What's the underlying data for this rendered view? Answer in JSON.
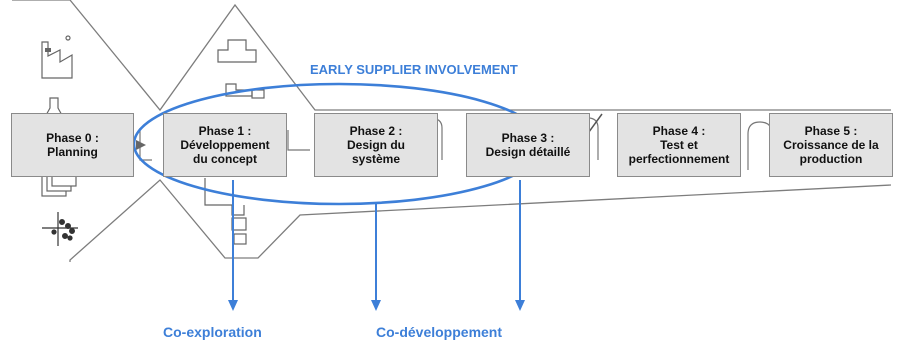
{
  "diagram": {
    "header_label": "EARLY SUPPLIER INVOLVEMENT",
    "phases": [
      {
        "label": "Phase 0 :\nPlanning"
      },
      {
        "label": "Phase 1 :\nDéveloppement\ndu concept"
      },
      {
        "label": "Phase 2 :\nDesign du\nsystème"
      },
      {
        "label": "Phase 3 :\nDesign détaillé"
      },
      {
        "label": "Phase 4 :\nTest et\nperfectionnement"
      },
      {
        "label": "Phase 5 :\nCroissance de la\nproduction"
      }
    ],
    "outcomes": {
      "co_exploration": "Co-exploration",
      "co_developpement": "Co-développement"
    },
    "colors": {
      "accent_blue": "#3d7fd8",
      "box_fill": "#e3e3e3",
      "outline_gray": "#8a8a8a"
    }
  }
}
